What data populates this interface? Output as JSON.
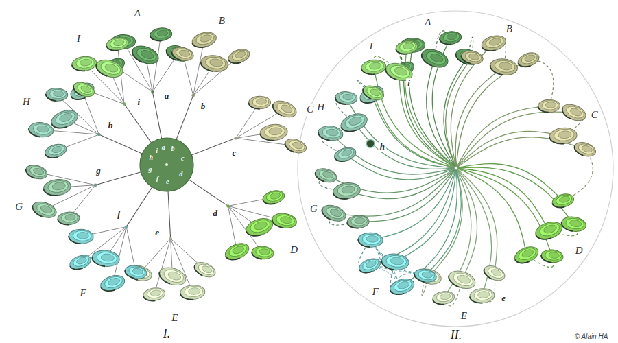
{
  "diagram": {
    "nodes": [
      {
        "text": [
          "h",
          "i",
          "a",
          "b",
          "g",
          "c",
          "f",
          "e",
          "d"
        ]
      }
    ],
    "labels": [
      "A",
      "B",
      "C",
      "D",
      "E",
      "F",
      "G",
      "H",
      "I",
      "a",
      "b",
      "c",
      "d",
      "e",
      "f",
      "g",
      "h",
      "i",
      "A",
      "B",
      "C",
      "D",
      "E",
      "F",
      "G",
      "H",
      "I",
      "i",
      "h",
      "e",
      "I.",
      "II.",
      "© Alain HA"
    ]
  }
}
